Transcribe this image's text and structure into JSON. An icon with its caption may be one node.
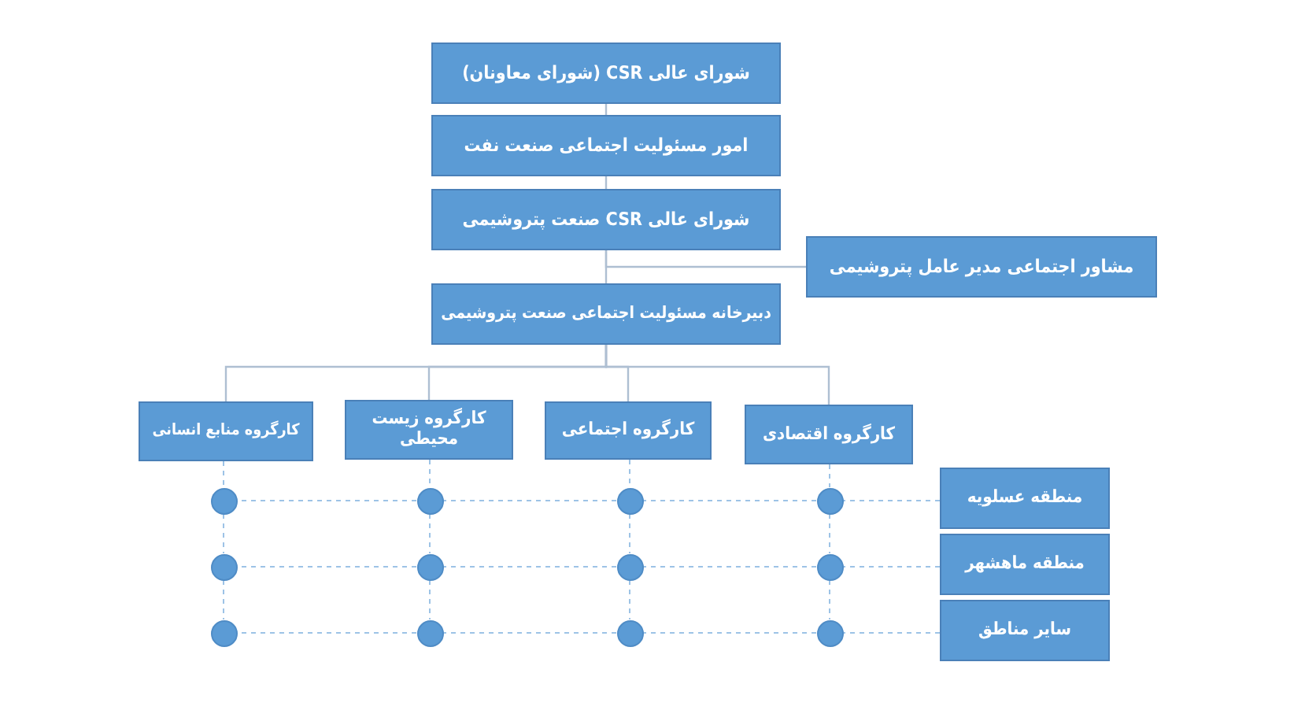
{
  "diagram": {
    "nodes": [
      {
        "text": [
          "شورای عالی CSR (شورای معاونان)"
        ]
      },
      {
        "text": [
          "امور مسئولیت اجتماعی صنعت نفت"
        ]
      },
      {
        "text": [
          "شورای عالی CSR صنعت پتروشیمی"
        ]
      },
      {
        "text": [
          "مشاور اجتماعی مدیر عامل پتروشیمی"
        ]
      },
      {
        "text": [
          "دبیرخانه مسئولیت اجتماعی صنعت پتروشیمی"
        ]
      },
      {
        "text": [
          "کارگروه اقتصادی"
        ]
      },
      {
        "text": [
          "کارگروه اجتماعی"
        ]
      },
      {
        "text": [
          "کارگروه زیست محیطی"
        ]
      },
      {
        "text": [
          "کارگروه منابع انسانی"
        ]
      },
      {
        "text": [
          "منطقه عسلویه"
        ]
      },
      {
        "text": [
          "منطقه ماهشهر"
        ]
      },
      {
        "text": [
          "سایر مناطق"
        ]
      },
      {
        "text": [],
        "shape": "circle"
      },
      {
        "text": [],
        "shape": "circle"
      },
      {
        "text": [],
        "shape": "circle"
      },
      {
        "text": [],
        "shape": "circle"
      },
      {
        "text": [],
        "shape": "circle"
      },
      {
        "text": [],
        "shape": "circle"
      },
      {
        "text": [],
        "shape": "circle"
      },
      {
        "text": [],
        "shape": "circle"
      },
      {
        "text": [],
        "shape": "circle"
      },
      {
        "text": [],
        "shape": "circle"
      },
      {
        "text": [],
        "shape": "circle"
      },
      {
        "text": [],
        "shape": "circle"
      }
    ],
    "edges": [
      {
        "from": 0,
        "to": 1,
        "arrow": "none"
      },
      {
        "from": 1,
        "to": 2,
        "arrow": "none"
      },
      {
        "from": 2,
        "to": 3,
        "arrow": "none"
      },
      {
        "from": 2,
        "to": 4,
        "arrow": "none"
      },
      {
        "from": 4,
        "to": 5,
        "arrow": "none"
      },
      {
        "from": 4,
        "to": 6,
        "arrow": "none"
      },
      {
        "from": 4,
        "to": 7,
        "arrow": "none"
      },
      {
        "from": 4,
        "to": 8,
        "arrow": "none"
      },
      {
        "from": 5,
        "to": 15,
        "arrow": "none",
        "style": "dashed"
      },
      {
        "from": 15,
        "to": 19,
        "arrow": "none",
        "style": "dashed"
      },
      {
        "from": 19,
        "to": 23,
        "arrow": "none",
        "style": "dashed"
      },
      {
        "from": 6,
        "to": 14,
        "arrow": "none",
        "style": "dashed"
      },
      {
        "from": 14,
        "to": 18,
        "arrow": "none",
        "style": "dashed"
      },
      {
        "from": 18,
        "to": 22,
        "arrow": "none",
        "style": "dashed"
      },
      {
        "from": 7,
        "to": 13,
        "arrow": "none",
        "style": "dashed"
      },
      {
        "from": 13,
        "to": 17,
        "arrow": "none",
        "style": "dashed"
      },
      {
        "from": 17,
        "to": 21,
        "arrow": "none",
        "style": "dashed"
      },
      {
        "from": 8,
        "to": 12,
        "arrow": "none",
        "style": "dashed"
      },
      {
        "from": 12,
        "to": 16,
        "arrow": "none",
        "style": "dashed"
      },
      {
        "from": 16,
        "to": 20,
        "arrow": "none",
        "style": "dashed"
      },
      {
        "from": 9,
        "to": 15,
        "arrow": "none",
        "style": "dashed"
      },
      {
        "from": 15,
        "to": 14,
        "arrow": "none",
        "style": "dashed"
      },
      {
        "from": 14,
        "to": 13,
        "arrow": "none",
        "style": "dashed"
      },
      {
        "from": 13,
        "to": 12,
        "arrow": "none",
        "style": "dashed"
      },
      {
        "from": 10,
        "to": 19,
        "arrow": "none",
        "style": "dashed"
      },
      {
        "from": 19,
        "to": 18,
        "arrow": "none",
        "style": "dashed"
      },
      {
        "from": 18,
        "to": 17,
        "arrow": "none",
        "style": "dashed"
      },
      {
        "from": 17,
        "to": 16,
        "arrow": "none",
        "style": "dashed"
      },
      {
        "from": 11,
        "to": 23,
        "arrow": "none",
        "style": "dashed"
      },
      {
        "from": 23,
        "to": 22,
        "arrow": "none",
        "style": "dashed"
      },
      {
        "from": 22,
        "to": 21,
        "arrow": "none",
        "style": "dashed"
      },
      {
        "from": 21,
        "to": 20,
        "arrow": "none",
        "style": "dashed"
      }
    ]
  }
}
